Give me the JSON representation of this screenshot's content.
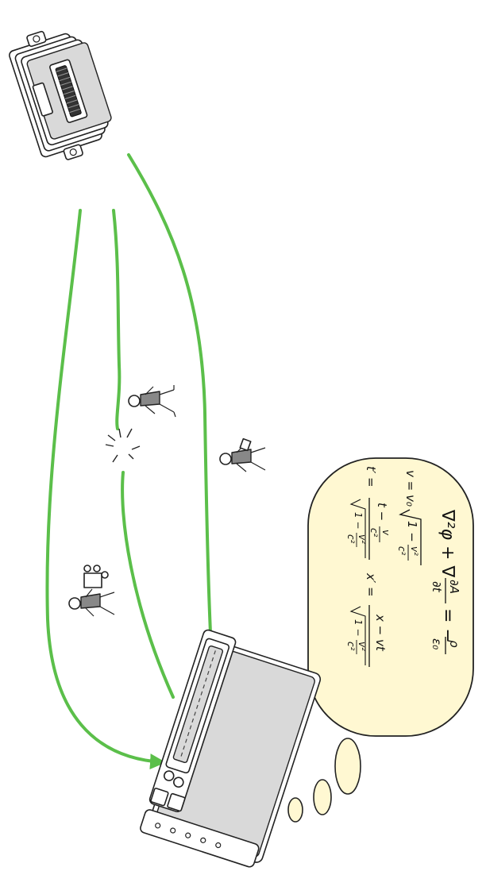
{
  "colors": {
    "arrow": "#5bbf4a",
    "bubble_fill": "#fff8d2",
    "bubble_stroke": "#222222",
    "walker_body": "#888888"
  },
  "equations": {
    "maxwell_lhs": "∇²φ + ∇",
    "maxwell_frac_num": "∂A",
    "maxwell_frac_den": "∂t",
    "maxwell_eq": "= −",
    "maxwell_rhs_num": "ρ",
    "maxwell_rhs_den": "ε₀",
    "velocity_lhs": "v = v₀",
    "velocity_rad_num": "v²",
    "velocity_rad_den": "c²",
    "velocity_rad_one": "1 −",
    "time_lhs": "t′ =",
    "time_num": "t − ",
    "time_num_frac_n": "v",
    "time_num_frac_d": "c²",
    "time_den_one": "1 −",
    "time_den_n": "v²",
    "time_den_d": "c²",
    "x_lhs": "x′ =",
    "x_num": "x − vt",
    "x_den_one": "1 −",
    "x_den_n": "v²",
    "x_den_d": "c²"
  },
  "icons": {
    "source": "ecu-module-icon",
    "target": "laptop-icon",
    "walkers": [
      "walking-figure-icon",
      "walking-figure-with-parcel-icon",
      "walking-figure-with-cart-icon"
    ],
    "spark": "spark-icon"
  }
}
